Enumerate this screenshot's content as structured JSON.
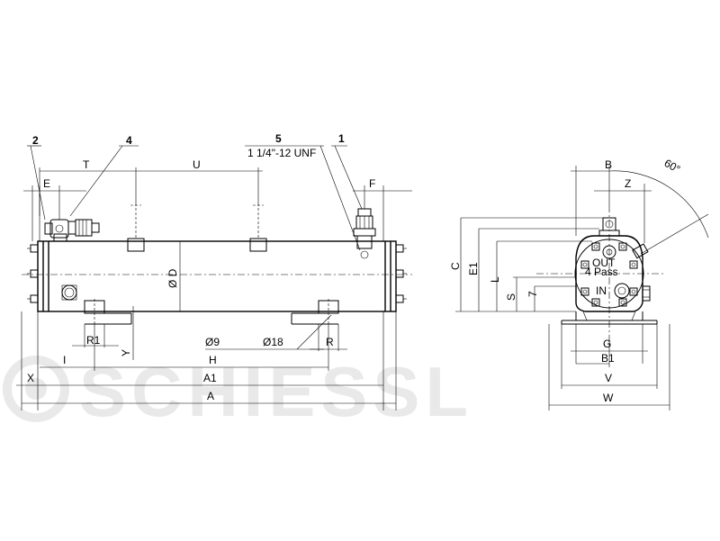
{
  "watermark": {
    "brand": "SCHIESSL"
  },
  "callouts": {
    "c1": "1",
    "c2": "2",
    "c4": "4",
    "c5": "5",
    "c5_spec": "1 1/4\"-12 UNF"
  },
  "dims": {
    "T": "T",
    "U": "U",
    "E": "E",
    "F": "F",
    "D": "Ø D",
    "R1": "R1",
    "Y": "Y",
    "I": "I",
    "H": "H",
    "X": "X",
    "A1": "A1",
    "A": "A",
    "R": "R",
    "hole9": "Ø9",
    "hole18": "Ø18",
    "B": "B",
    "Z": "Z",
    "C": "C",
    "E1": "E1",
    "L": "L",
    "S": "S",
    "seven": "7",
    "G": "G",
    "B1": "B1",
    "V": "V",
    "W": "W",
    "angle": "60°"
  },
  "ports": {
    "out": "OUT",
    "passes": "4 Pass",
    "in": "IN"
  }
}
